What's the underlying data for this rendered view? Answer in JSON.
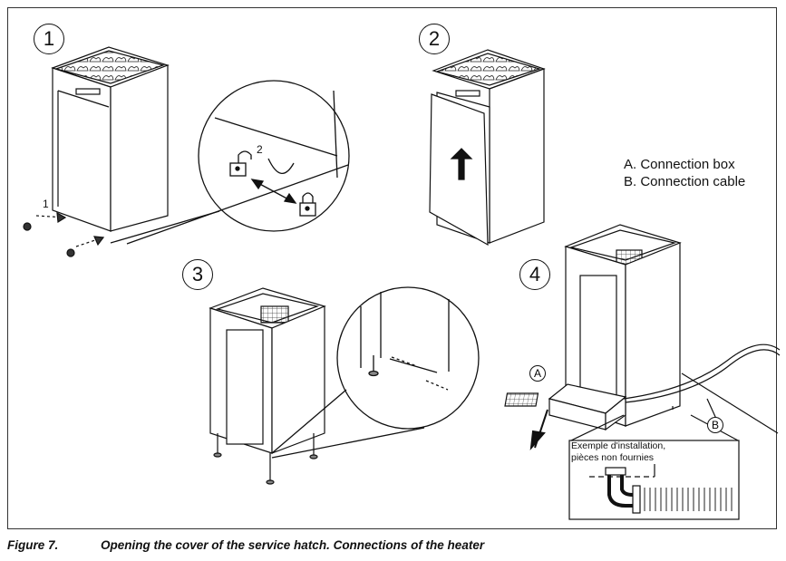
{
  "steps": [
    "1",
    "2",
    "3",
    "4"
  ],
  "legend": {
    "a": "A. Connection box",
    "b": "B. Connection cable"
  },
  "callouts": {
    "screw": "1",
    "lock": "2",
    "box": "A",
    "cable": "B"
  },
  "inset": {
    "line1": "Exemple d'installation,",
    "line2": "pièces non fournies"
  },
  "caption": {
    "number": "Figure 7.",
    "text": "Opening the cover of the service hatch. Connections of the heater"
  }
}
